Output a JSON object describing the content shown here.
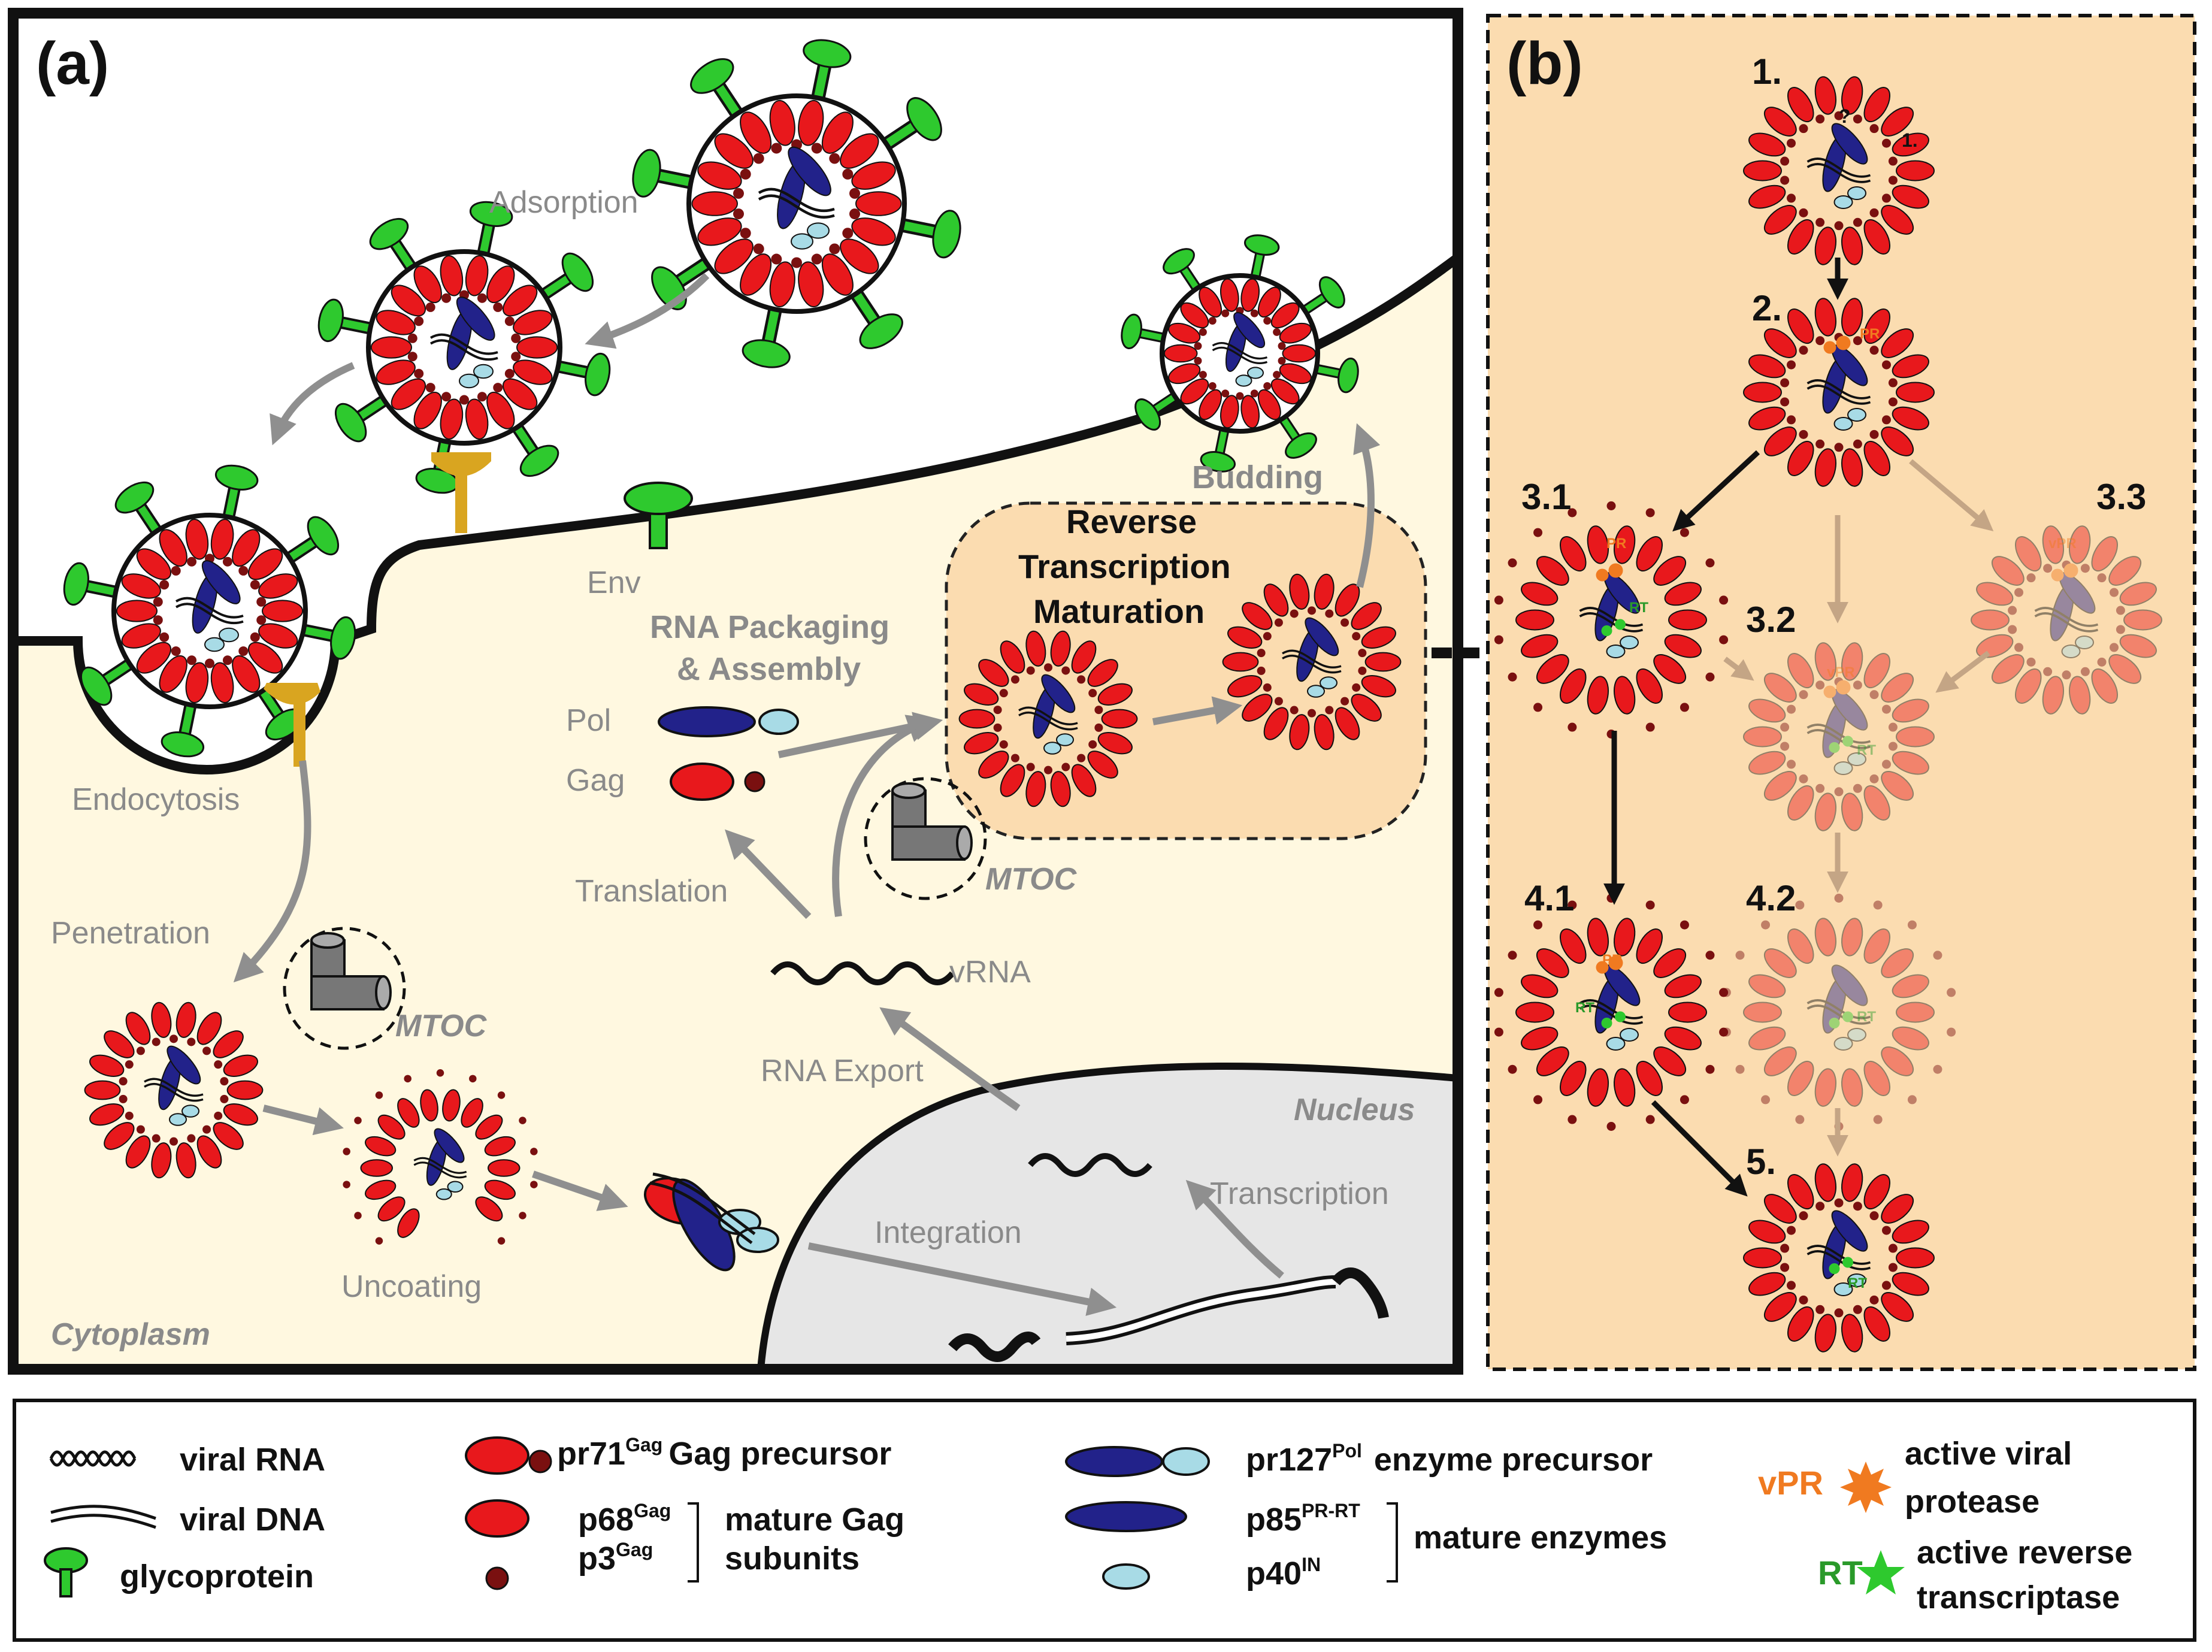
{
  "panel_a": {
    "label": "(a)",
    "labels": {
      "adsorption": "Adsorption",
      "endocytosis": "Endocytosis",
      "penetration": "Penetration",
      "mtoc1": "MTOC",
      "uncoating": "Uncoating",
      "cytoplasm": "Cytoplasm",
      "env": "Env",
      "rna_packaging_1": "RNA Packaging",
      "rna_packaging_2": "& Assembly",
      "pol": "Pol",
      "gag": "Gag",
      "translation": "Translation",
      "mtoc2": "MTOC",
      "vrna": "vRNA",
      "rna_export": "RNA Export",
      "nucleus": "Nucleus",
      "transcription": "Transcription",
      "integration": "Integration",
      "reverse_1": "Reverse",
      "reverse_2": "Transcription",
      "reverse_3": "Maturation",
      "budding": "Budding"
    }
  },
  "panel_b": {
    "label": "(b)",
    "steps": {
      "s1": "1.",
      "s1b": "1.",
      "s1q": "?",
      "s2": "2.",
      "s31": "3.1",
      "s32": "3.2",
      "s33": "3.3",
      "s41": "4.1",
      "s42": "4.2",
      "s5": "5."
    },
    "inner": {
      "pr": "PR",
      "vpr": "vPR",
      "rt": "RT"
    }
  },
  "legend": {
    "viral_rna": "viral RNA",
    "viral_dna": "viral DNA",
    "glycoprotein": "glycoprotein",
    "pr71": "pr71",
    "pr71_sup": "Gag",
    "pr71_desc": "Gag precursor",
    "p68": "p68",
    "p68_sup": "Gag",
    "p3": "p3",
    "p3_sup": "Gag",
    "mature_gag_1": "mature Gag",
    "mature_gag_2": "subunits",
    "pr127": "pr127",
    "pr127_sup": "Pol",
    "pr127_desc": "enzyme precursor",
    "p85": "p85",
    "p85_sup": "PR-RT",
    "p40": "p40",
    "p40_sup": "IN",
    "mature_enzymes": "mature enzymes",
    "vpr": "vPR",
    "active_vpr_1": "active viral",
    "active_vpr_2": "protease",
    "rt": "RT",
    "active_rt_1": "active reverse",
    "active_rt_2": "transcriptase"
  },
  "colors": {
    "gag_red": "#e8181c",
    "pol_blue": "#22228a",
    "in_light": "#a8dbe6",
    "glyco_green": "#2ec92e",
    "cytoplasm": "#fff8e0",
    "panel_b_bg": "#fbdcb0",
    "nucleus": "#e6e6e6",
    "receptor": "#d9a520",
    "vpr_orange": "#f07a20",
    "rt_green": "#2a9a2a"
  }
}
